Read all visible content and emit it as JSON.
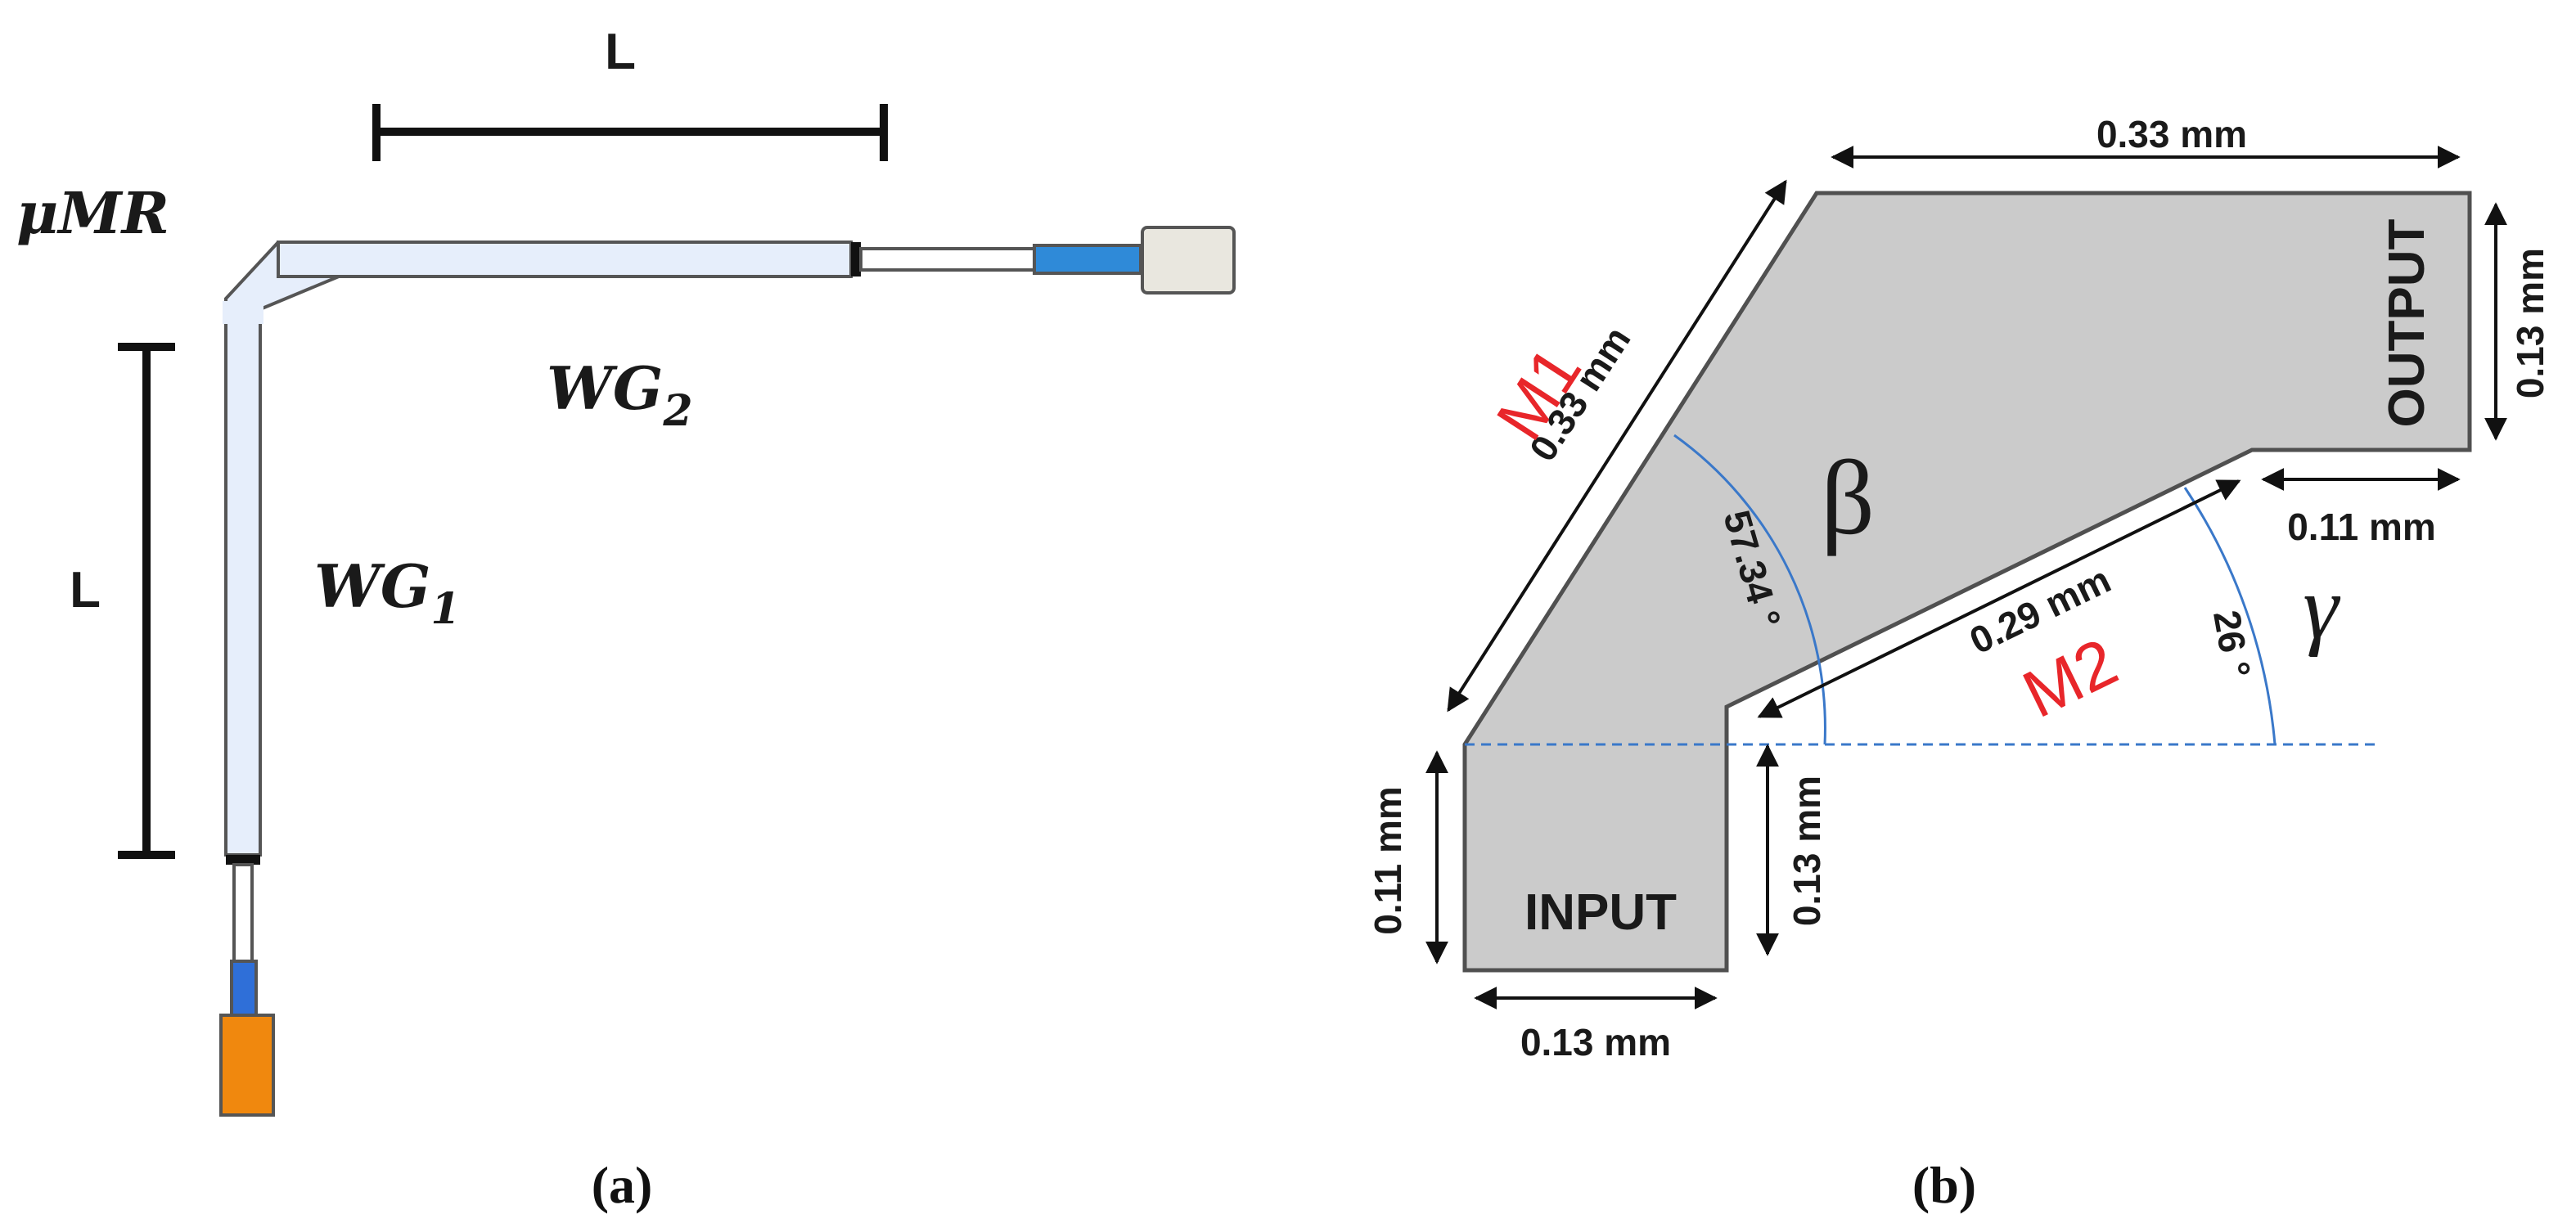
{
  "panel_a": {
    "caption": "(a)",
    "resonator_label": "μMR",
    "wg1_label": "WG",
    "wg1_sub": "1",
    "wg2_label": "WG",
    "wg2_sub": "2",
    "length_top": "L",
    "length_left": "L"
  },
  "panel_b": {
    "caption": "(b)",
    "input_label": "INPUT",
    "output_label": "OUTPUT",
    "top_width": "0.33 mm",
    "output_height": "0.13 mm",
    "output_arm_width": "0.11 mm",
    "m1_length": "0.33 mm",
    "m2_length": "0.29 mm",
    "input_height": "0.11 mm",
    "inner_height": "0.13 mm",
    "input_width": "0.13 mm",
    "mirror1_label": "M1",
    "mirror2_label": "M2",
    "beta_label": "β",
    "gamma_label": "γ",
    "beta_angle": "57.34 °",
    "gamma_angle": "26 °",
    "accent_red": "#e8262a",
    "guide_blue": "#3a78c9"
  }
}
